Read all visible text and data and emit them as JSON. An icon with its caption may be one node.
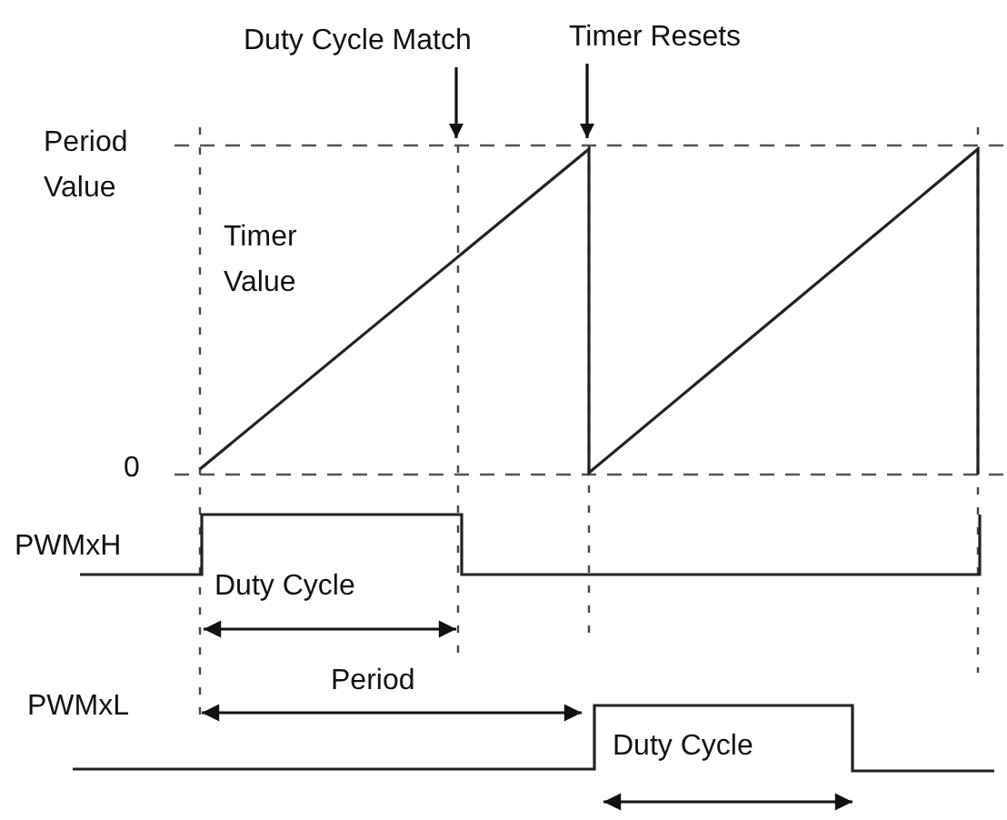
{
  "diagram": {
    "nodes": [
      {
        "text": [
          "Duty Cycle Match"
        ]
      },
      {
        "text": [
          "Timer Resets"
        ]
      }
    ],
    "edges": [
      {
        "from": 0,
        "to": null,
        "arrow": "to"
      },
      {
        "from": 1,
        "to": null,
        "arrow": "to"
      }
    ],
    "labels": [
      "Period Value",
      "Timer Value",
      "0",
      "PWMxH",
      "Duty Cycle",
      "Period",
      "PWMxL",
      "Duty Cycle"
    ]
  }
}
